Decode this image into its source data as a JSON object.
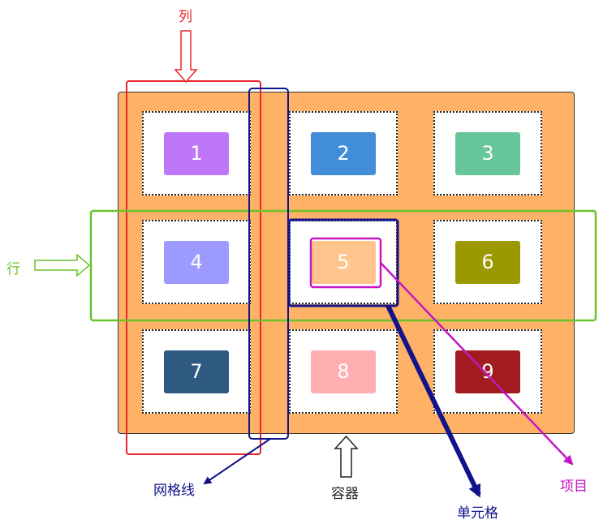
{
  "colors": {
    "container_bg": "#FFB266",
    "column": "#E8252B",
    "row": "#6BC22A",
    "grid_line": "#11138A",
    "cell_highlight": "#11138A",
    "item_highlight": "#C516C5"
  },
  "items": [
    {
      "label": "1",
      "color": "#BE77F8"
    },
    {
      "label": "2",
      "color": "#418DD9"
    },
    {
      "label": "3",
      "color": "#66C599"
    },
    {
      "label": "4",
      "color": "#9C99FF"
    },
    {
      "label": "5",
      "color": "#FFC58C"
    },
    {
      "label": "6",
      "color": "#9C9900"
    },
    {
      "label": "7",
      "color": "#2E5A82"
    },
    {
      "label": "8",
      "color": "#FFAEB2"
    },
    {
      "label": "9",
      "color": "#A21C1F"
    }
  ],
  "labels": {
    "column": "列",
    "row": "行",
    "grid_line": "网格线",
    "container": "容器",
    "cell": "单元格",
    "item": "项目"
  }
}
